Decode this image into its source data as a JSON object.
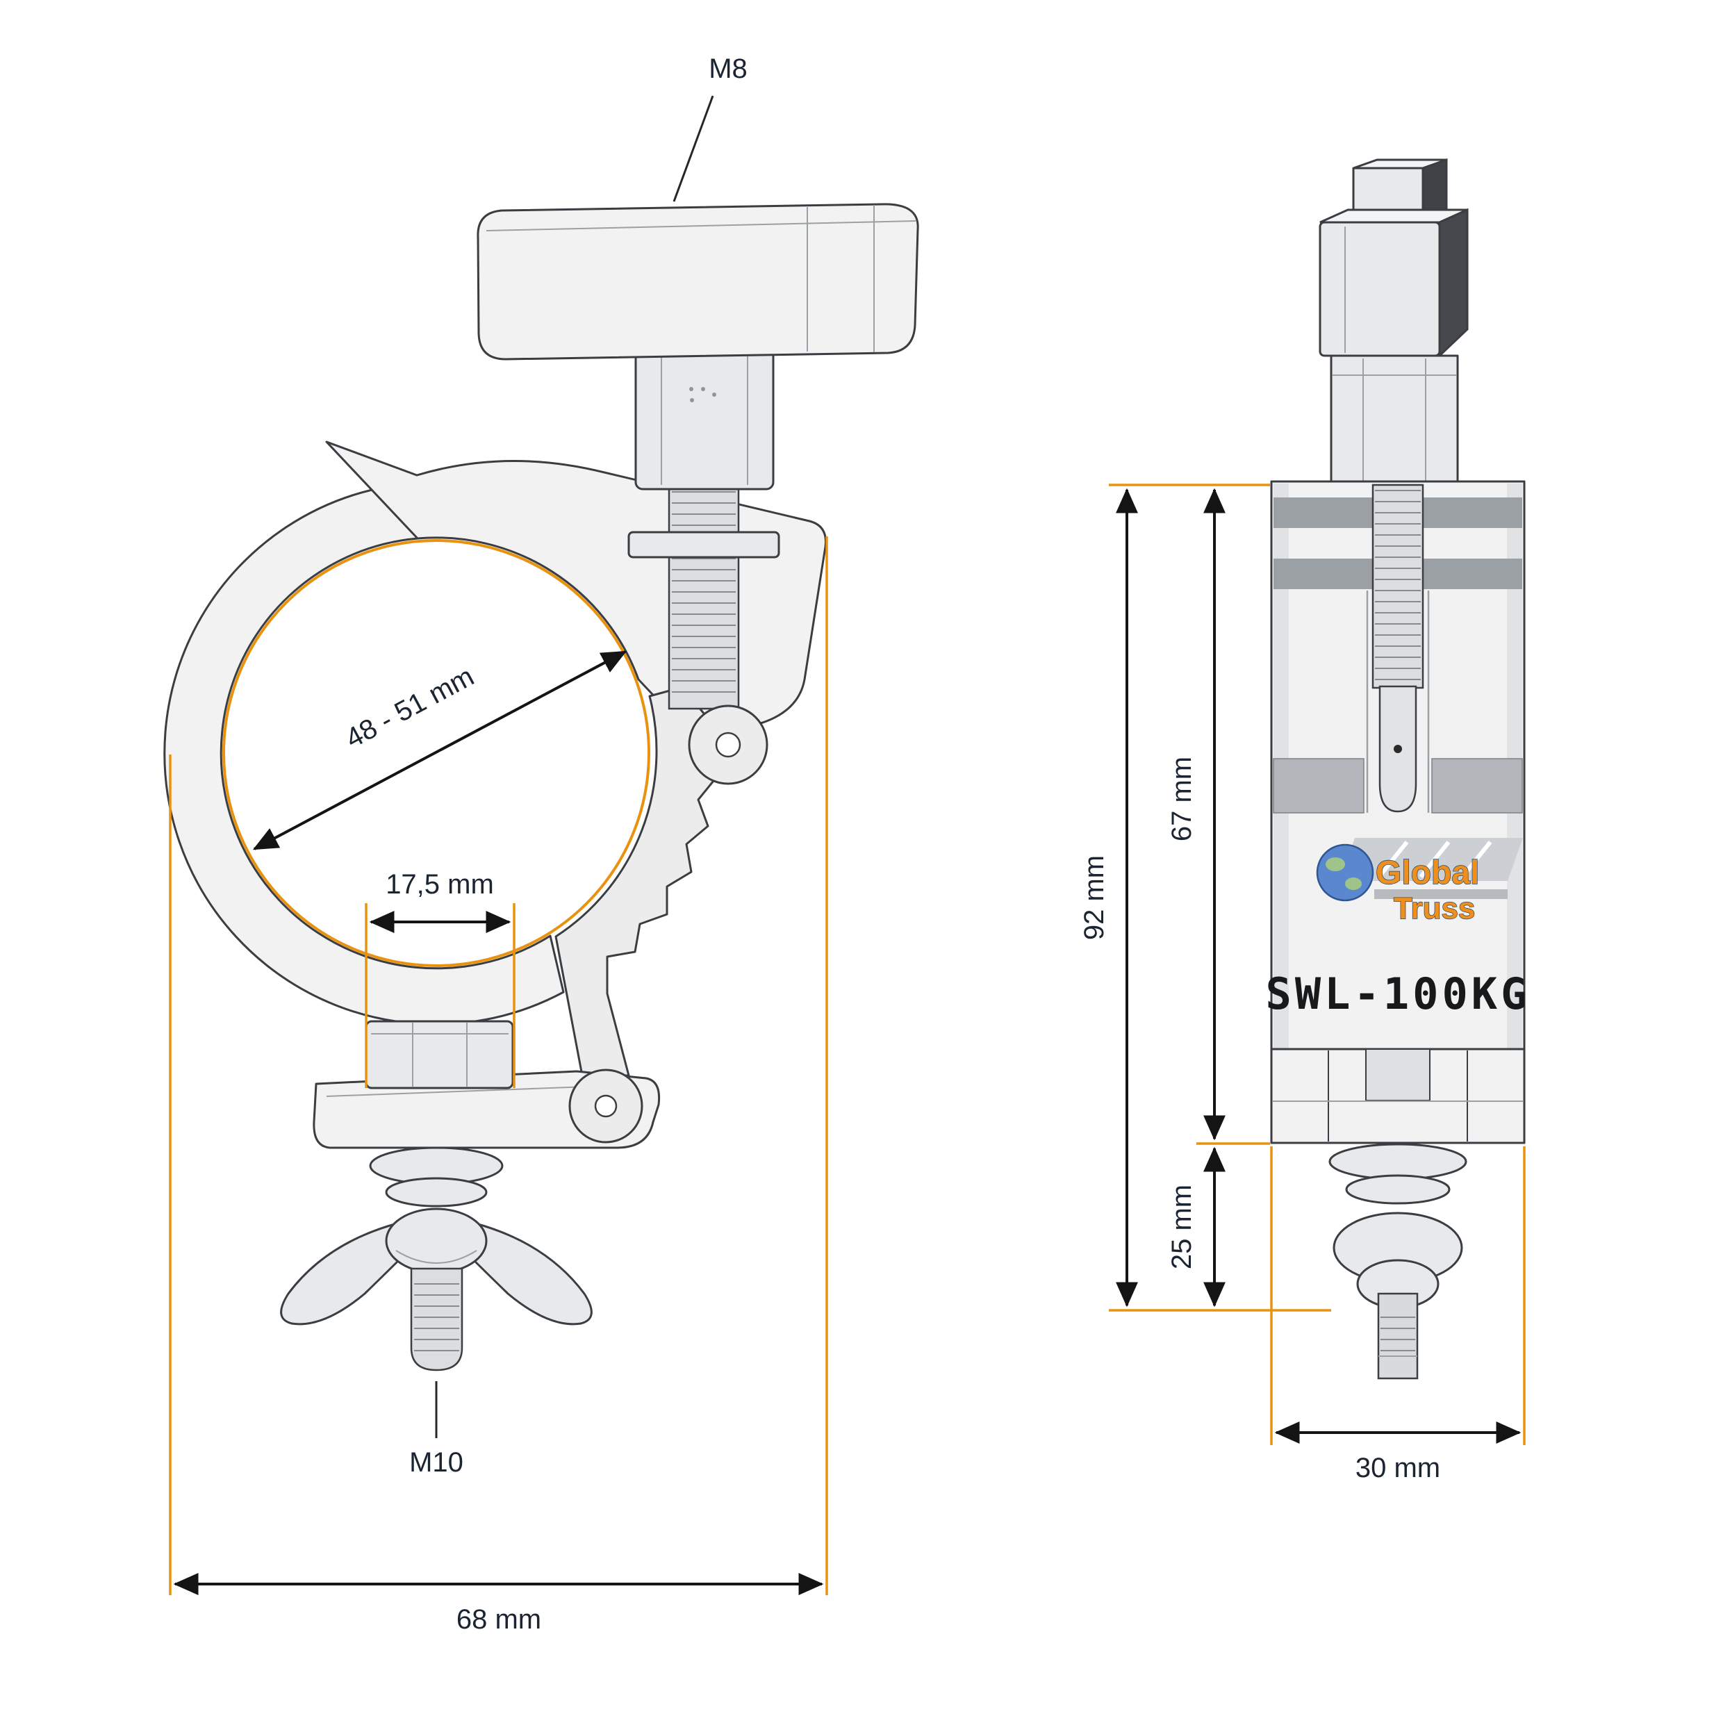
{
  "colors": {
    "accent_orange": "#E8920F",
    "logo_orange": "#EE8F1E",
    "logo_blue": "#5B87CF",
    "outline_dark": "#3A3E42",
    "dimension_black": "#141414",
    "fill_light": "#F2F2F2",
    "band_gray": "#9AA0A4",
    "background": "#FFFFFF"
  },
  "side_view": {
    "labels": {
      "top_screw_thread": "M8",
      "tube_diameter": "48 - 51 mm",
      "nut_width": "17,5 mm",
      "bottom_thread": "M10",
      "overall_width": "68 mm"
    }
  },
  "front_view": {
    "labels": {
      "overall_height": "92 mm",
      "body_height": "67 mm",
      "lower_height": "25 mm",
      "body_width": "30 mm",
      "swl_rating": "SWL-100KG",
      "brand_line1": "Global",
      "brand_line2": "Truss"
    }
  }
}
